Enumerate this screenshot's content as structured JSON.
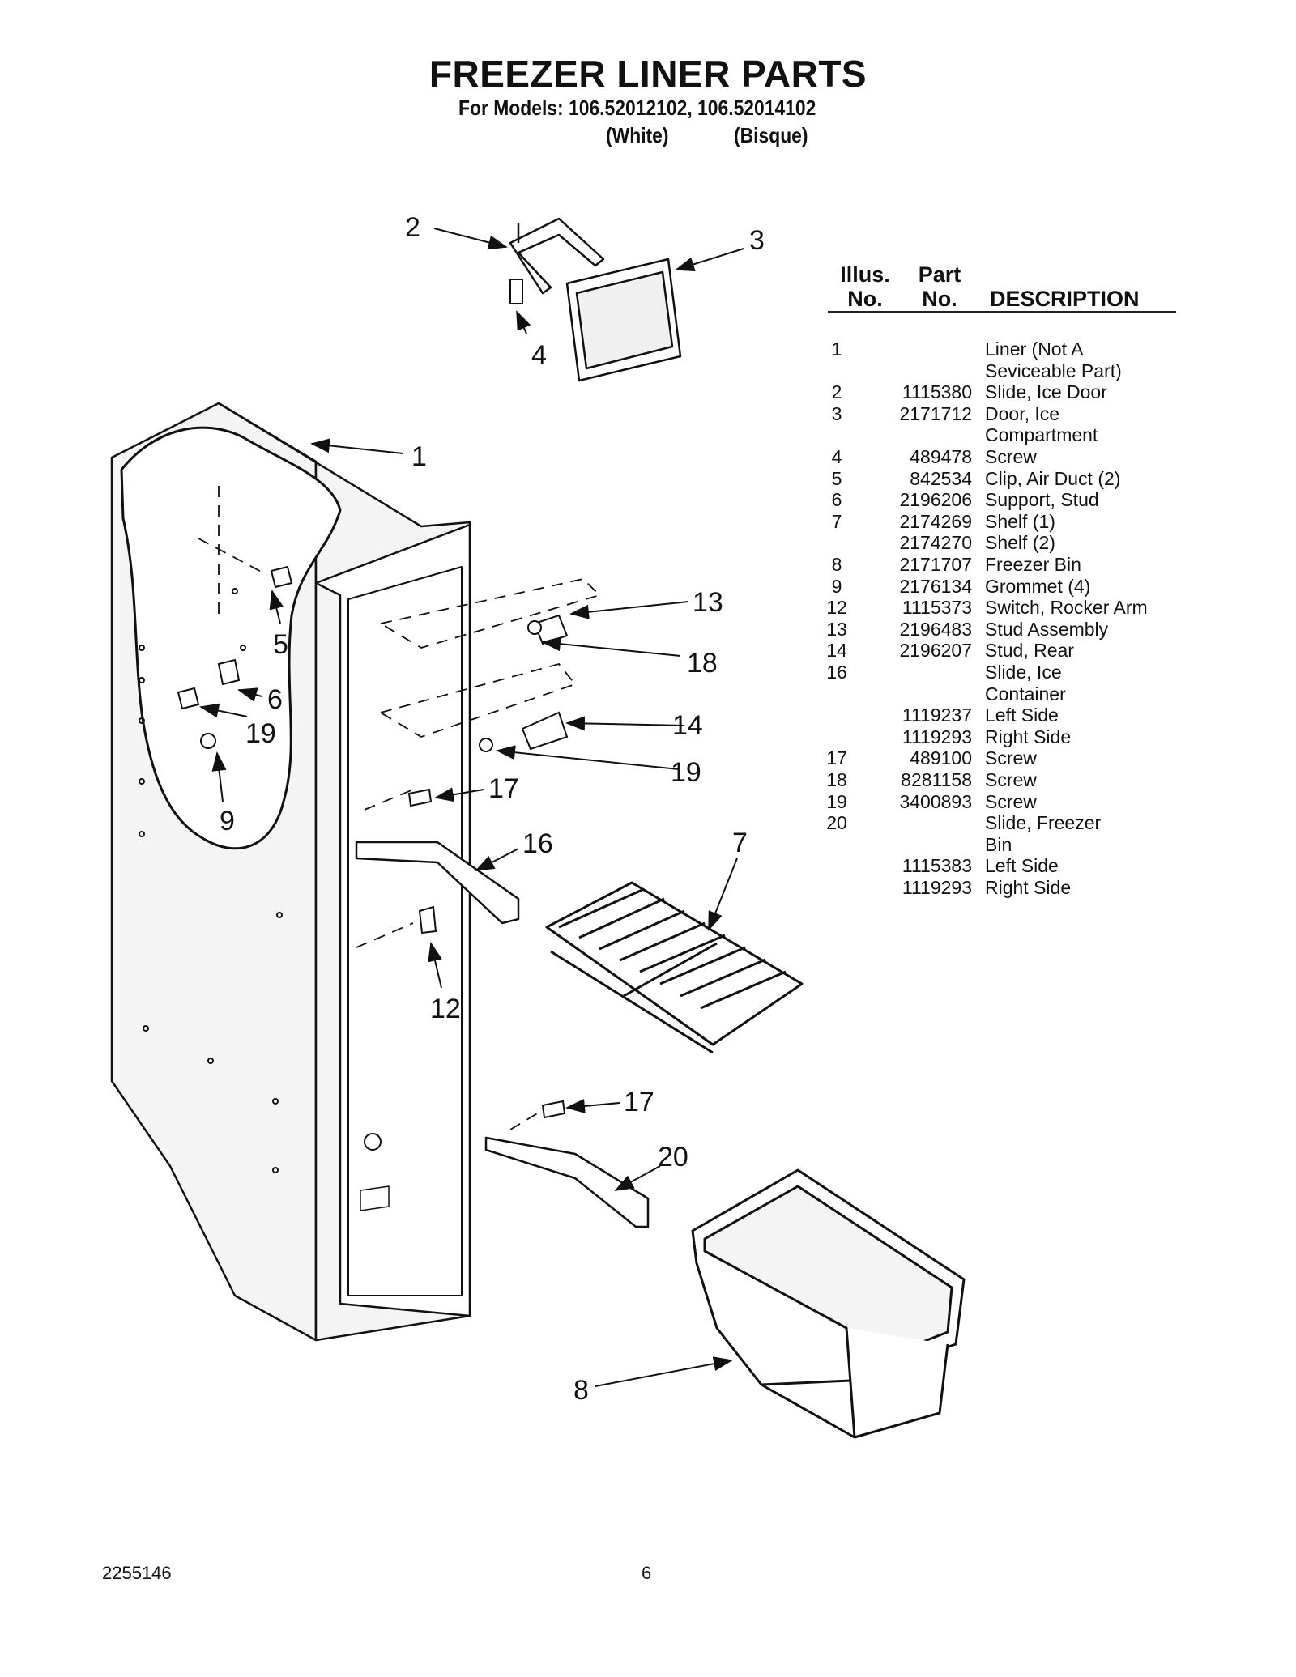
{
  "header": {
    "title": "FREEZER LINER PARTS",
    "models": "For Models: 106.52012102, 106.52014102",
    "finish_white": "(White)",
    "finish_bisque": "(Bisque)"
  },
  "table": {
    "col_illus": [
      "Illus.",
      "No."
    ],
    "col_part": [
      "Part",
      "No."
    ],
    "col_desc": "DESCRIPTION",
    "rows": [
      {
        "illus": "1",
        "part": "",
        "desc": "Liner (Not A"
      },
      {
        "illus": "",
        "part": "",
        "desc": "Seviceable Part)"
      },
      {
        "illus": "2",
        "part": "1115380",
        "desc": "Slide, Ice Door"
      },
      {
        "illus": "3",
        "part": "2171712",
        "desc": "Door, Ice"
      },
      {
        "illus": "",
        "part": "",
        "desc": "Compartment"
      },
      {
        "illus": "4",
        "part": "489478",
        "desc": "Screw"
      },
      {
        "illus": "5",
        "part": "842534",
        "desc": "Clip, Air Duct (2)"
      },
      {
        "illus": "6",
        "part": "2196206",
        "desc": "Support, Stud"
      },
      {
        "illus": "7",
        "part": "2174269",
        "desc": "Shelf (1)"
      },
      {
        "illus": "",
        "part": "2174270",
        "desc": "Shelf (2)"
      },
      {
        "illus": "8",
        "part": "2171707",
        "desc": "Freezer Bin"
      },
      {
        "illus": "9",
        "part": "2176134",
        "desc": "Grommet (4)"
      },
      {
        "illus": "12",
        "part": "1115373",
        "desc": "Switch, Rocker Arm"
      },
      {
        "illus": "13",
        "part": "2196483",
        "desc": "Stud Assembly"
      },
      {
        "illus": "14",
        "part": "2196207",
        "desc": "Stud, Rear"
      },
      {
        "illus": "16",
        "part": "",
        "desc": "Slide, Ice"
      },
      {
        "illus": "",
        "part": "",
        "desc": "Container"
      },
      {
        "illus": "",
        "part": "1119237",
        "desc": "Left Side"
      },
      {
        "illus": "",
        "part": "1119293",
        "desc": "Right Side"
      },
      {
        "illus": "17",
        "part": "489100",
        "desc": "Screw"
      },
      {
        "illus": "18",
        "part": "8281158",
        "desc": "Screw"
      },
      {
        "illus": "19",
        "part": "3400893",
        "desc": "Screw"
      },
      {
        "illus": "20",
        "part": "",
        "desc": "Slide, Freezer"
      },
      {
        "illus": "",
        "part": "",
        "desc": "Bin"
      },
      {
        "illus": "",
        "part": "1115383",
        "desc": "Left Side"
      },
      {
        "illus": "",
        "part": "1119293",
        "desc": "Right Side"
      }
    ]
  },
  "callouts": {
    "c1": "1",
    "c2": "2",
    "c3": "3",
    "c4": "4",
    "c5": "5",
    "c6": "6",
    "c7": "7",
    "c8": "8",
    "c9": "9",
    "c12": "12",
    "c13": "13",
    "c14": "14",
    "c16": "16",
    "c17a": "17",
    "c17b": "17",
    "c18": "18",
    "c19a": "19",
    "c19b": "19",
    "c20": "20"
  },
  "footer": {
    "doc_number": "2255146",
    "page_number": "6"
  }
}
